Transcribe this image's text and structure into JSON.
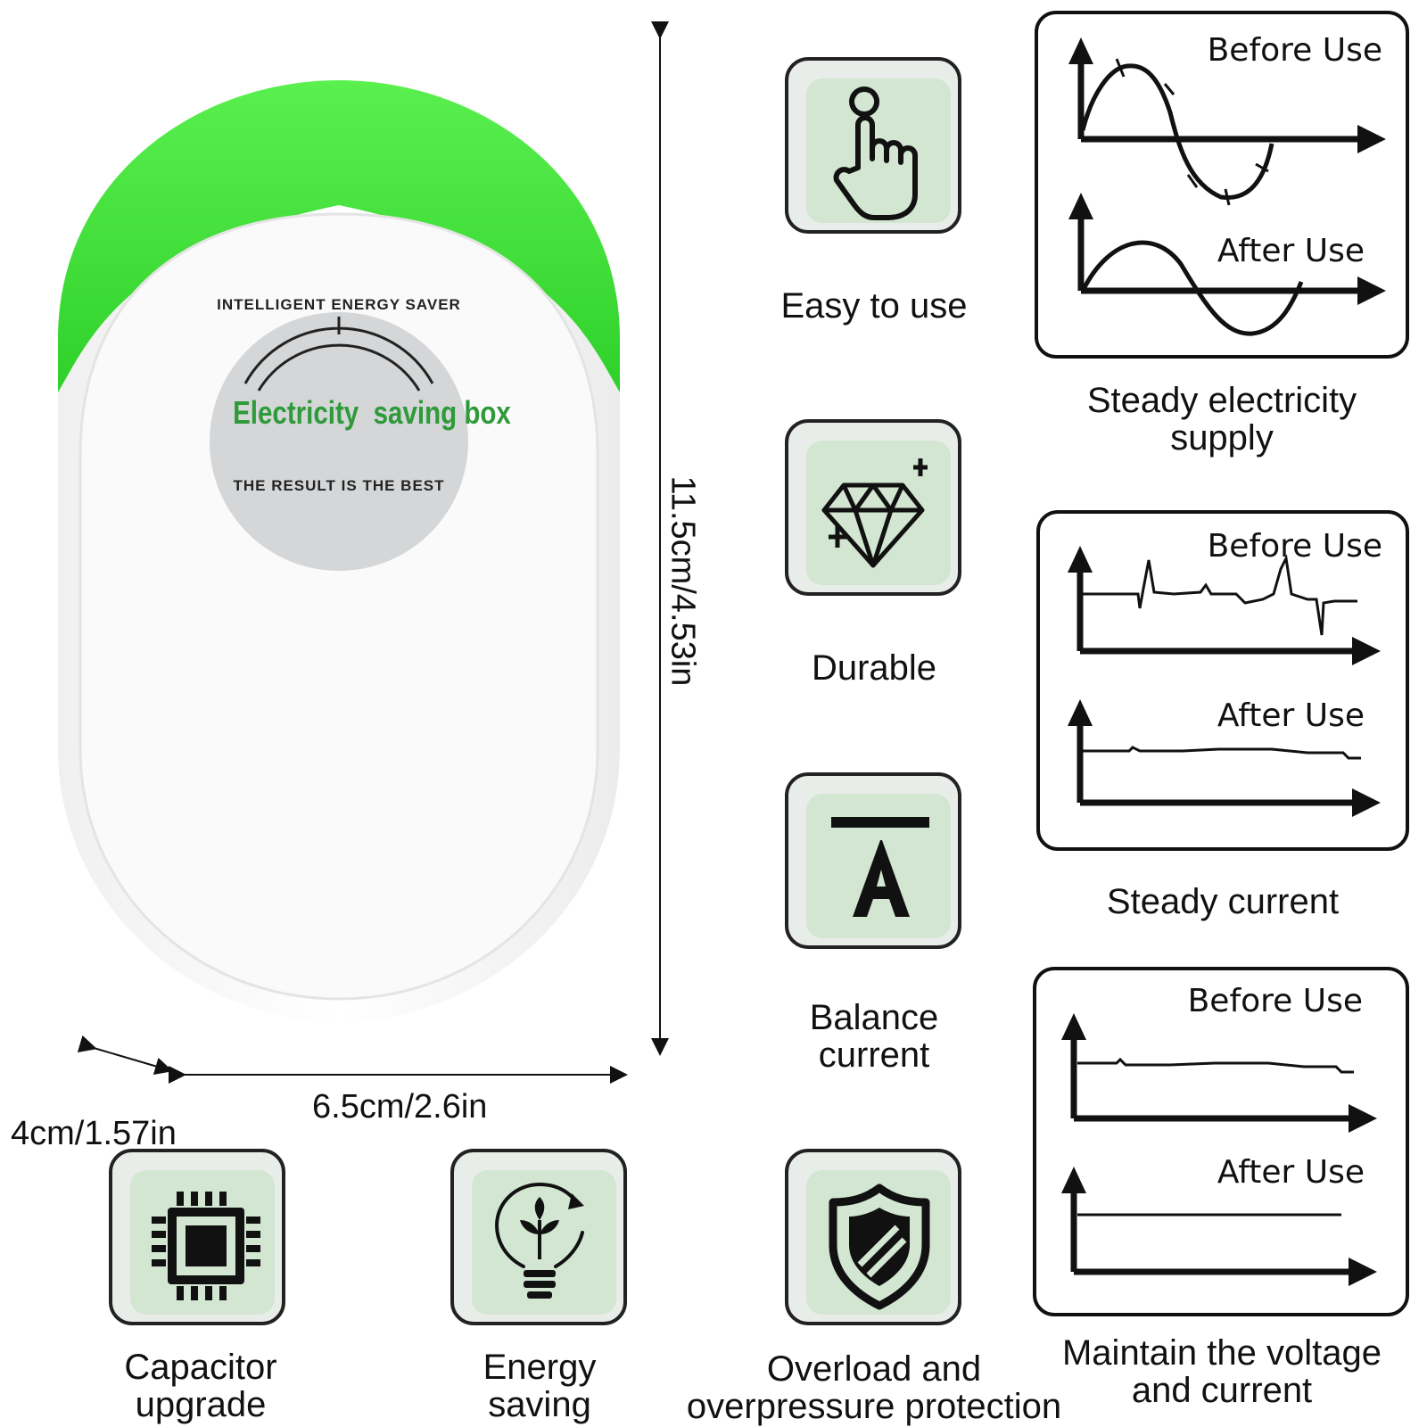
{
  "product": {
    "badge_top": "INTELLIGENT ENERGY SAVER",
    "badge_middle": "Electricity  saving box",
    "badge_bottom": "THE RESULT IS THE BEST",
    "accent_color": "#3fe03a",
    "badge_text_color": "#2e9a3a"
  },
  "dimensions": {
    "height": "11.5cm/4.53in",
    "width": "6.5cm/2.6in",
    "depth": "4cm/1.57in"
  },
  "features": [
    {
      "icon": "pointing-hand-icon",
      "label_lines": [
        "Easy to use"
      ]
    },
    {
      "icon": "diamond-icon",
      "label_lines": [
        "Durable"
      ]
    },
    {
      "icon": "current-a-icon",
      "label_lines": [
        "Balance",
        "current"
      ]
    },
    {
      "icon": "shield-icon",
      "label_lines": [
        "Overload and",
        "overpressure protection"
      ]
    },
    {
      "icon": "chip-icon",
      "label_lines": [
        "Capacitor",
        "upgrade"
      ]
    },
    {
      "icon": "eco-bulb-icon",
      "label_lines": [
        "Energy",
        "saving"
      ]
    }
  ],
  "graphs": [
    {
      "before": "Before Use",
      "after": "After Use",
      "caption_lines": [
        "Steady electricity",
        "supply"
      ]
    },
    {
      "before": "Before Use",
      "after": "After Use",
      "caption_lines": [
        "Steady current"
      ]
    },
    {
      "before": "Before Use",
      "after": "After Use",
      "caption_lines": [
        "Maintain the voltage",
        "and current"
      ]
    }
  ]
}
